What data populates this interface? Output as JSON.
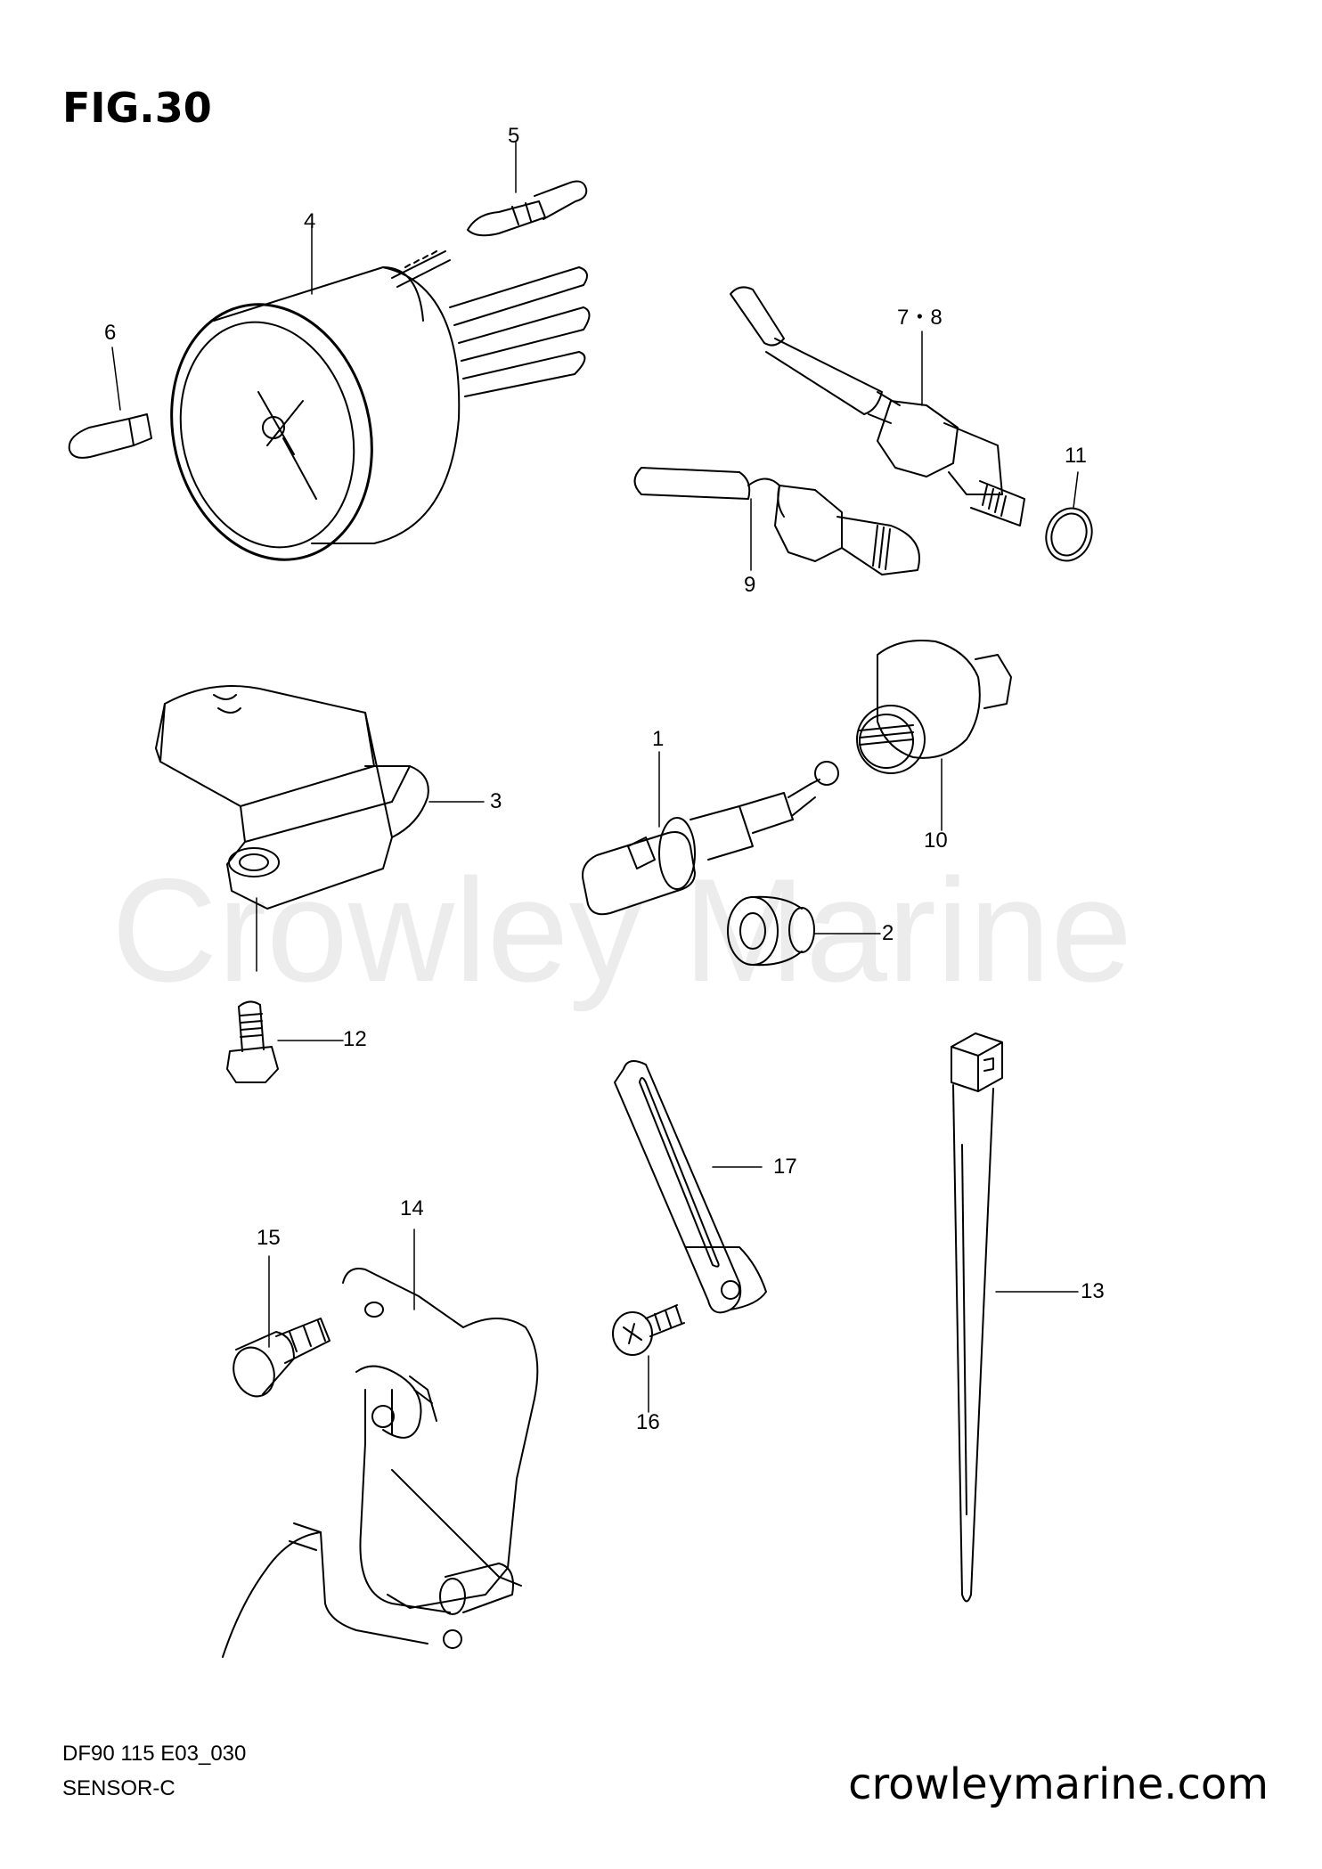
{
  "figure_title": "FIG.30",
  "watermark": "Crowley Marine",
  "footer": {
    "code": "DF90 115 E03_030",
    "name": "SENSOR-C"
  },
  "website": "crowleymarine.com",
  "callouts": {
    "c1": "1",
    "c2": "2",
    "c3": "3",
    "c4": "4",
    "c5": "5",
    "c6": "6",
    "c78": "7・8",
    "c9": "9",
    "c10": "10",
    "c11": "11",
    "c12": "12",
    "c13": "13",
    "c14": "14",
    "c15": "15",
    "c16": "16",
    "c17": "17"
  }
}
